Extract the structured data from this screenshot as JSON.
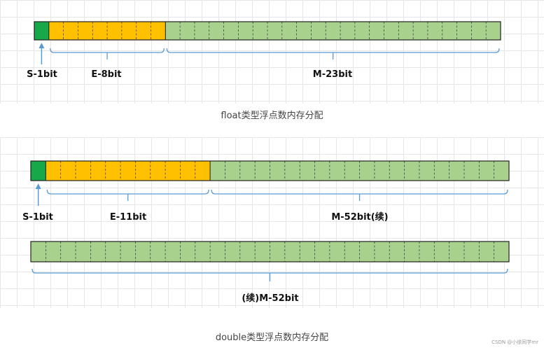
{
  "colors": {
    "sign": "#17a84a",
    "exponent": "#ffc000",
    "mantissa": "#a9d18e",
    "bracket": "#5b9bd5",
    "border": "#222222"
  },
  "float_diagram": {
    "caption": "float类型浮点数内存分配",
    "labels": {
      "sign": "S-1bit",
      "exponent": "E-8bit",
      "mantissa": "M-23bit"
    },
    "fields": [
      {
        "name": "sign",
        "bits": 1
      },
      {
        "name": "exponent",
        "bits": 8
      },
      {
        "name": "mantissa",
        "bits": 23
      }
    ]
  },
  "double_diagram": {
    "caption": "double类型浮点数内存分配",
    "labels": {
      "sign": "S-1bit",
      "exponent": "E-11bit",
      "mantissa_part1": "M-52bit(续)",
      "mantissa_part2": "(续)M-52bit"
    },
    "row1_fields": [
      {
        "name": "sign",
        "bits": 1
      },
      {
        "name": "exponent",
        "bits": 11
      },
      {
        "name": "mantissa",
        "bits": 20
      }
    ],
    "row2_fields": [
      {
        "name": "mantissa",
        "bits": 32
      }
    ]
  },
  "watermark": "CSDN @小徐同学mr"
}
